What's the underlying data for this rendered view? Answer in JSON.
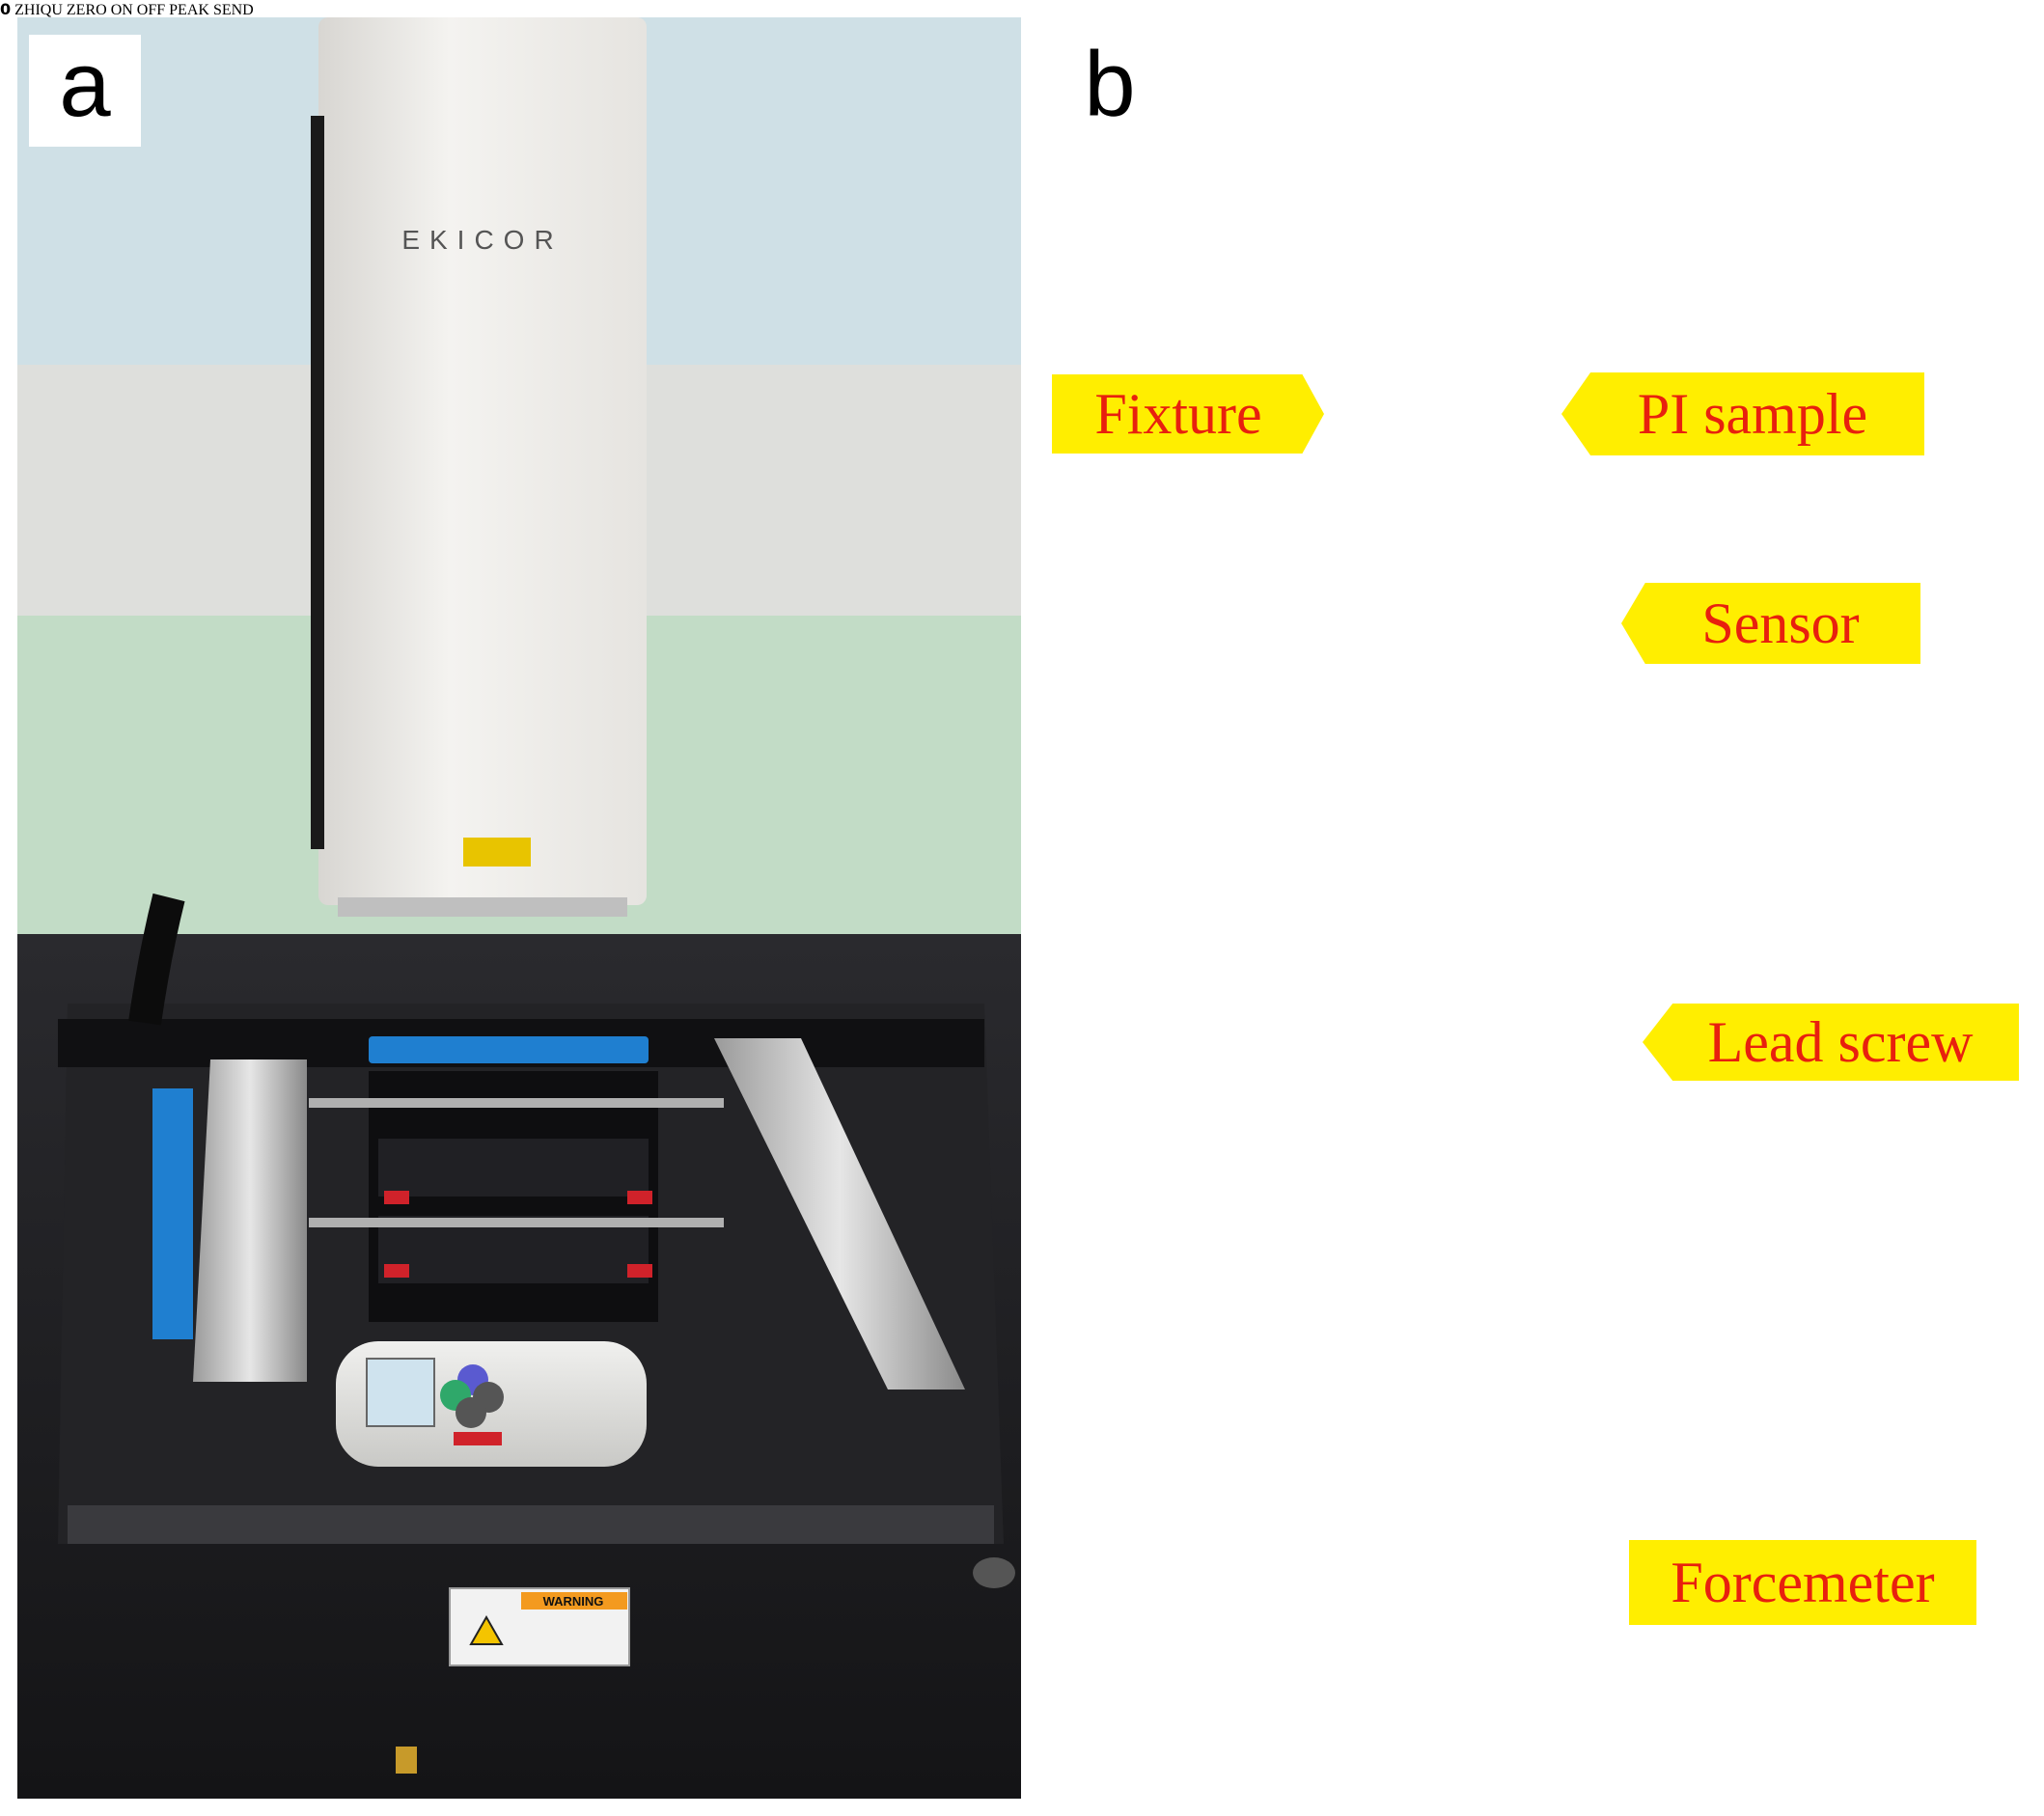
{
  "panels": {
    "a": {
      "letter": "a"
    },
    "b": {
      "letter": "b"
    }
  },
  "callouts": {
    "fixture": "Fixture",
    "pi_sample": "PI sample",
    "sensor": "Sensor",
    "lead_screw": "Lead screw",
    "forcemeter": "Forcemeter"
  },
  "device_text": {
    "brand_a": "EKICOR",
    "meter_brand": "ZHIQU",
    "btn_zero": "ZERO",
    "btn_on": "ON",
    "btn_off": "OFF",
    "btn_peak": "PEAK",
    "btn_send": "SEND",
    "warning_label": "WARNING"
  },
  "colors": {
    "highlight_frame": "#ffe600",
    "callout_fill": "#ffee00",
    "callout_text": "#e8200e",
    "machine_black": "#1c1c1f",
    "blue_rail": "#1f7fd0"
  }
}
